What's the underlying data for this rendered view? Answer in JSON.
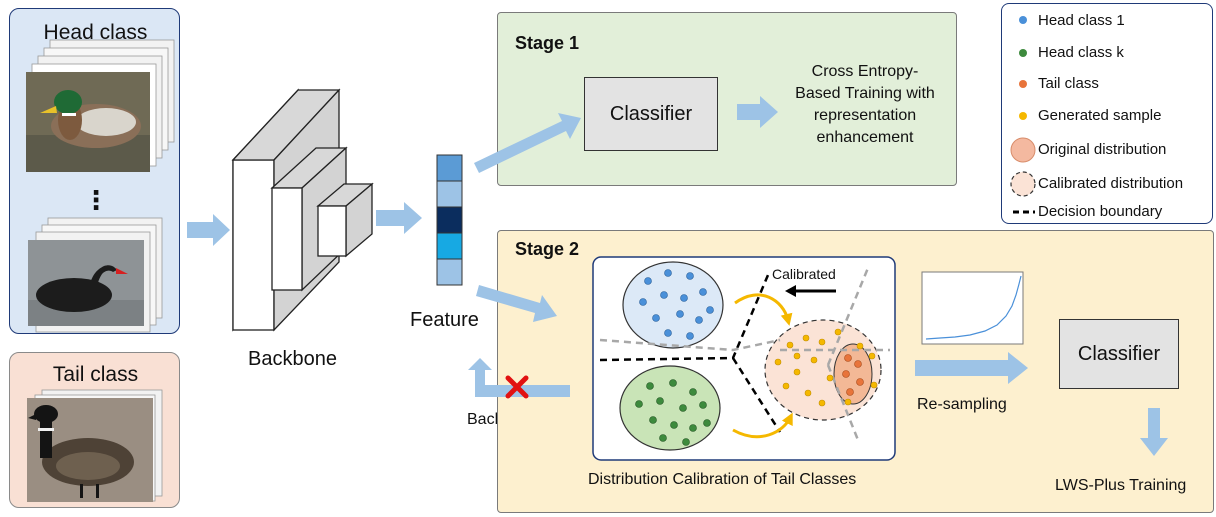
{
  "head_panel": {
    "title": "Head class",
    "ellipsis": "⋮"
  },
  "tail_panel": {
    "title": "Tail class"
  },
  "backbone": {
    "label": "Backbone"
  },
  "feature": {
    "label": "Feature",
    "cell_colors": [
      "#5b9bd5",
      "#9dc3e6",
      "#0b2d5e",
      "#17a9e3",
      "#9dc3e6"
    ]
  },
  "backward": {
    "label": "Backward"
  },
  "stage1": {
    "title": "Stage 1",
    "classifier_label": "Classifier",
    "training_lines": [
      "Cross Entropy-",
      "Based Training with",
      "representation",
      "enhancement"
    ]
  },
  "stage2": {
    "title": "Stage 2",
    "calibrated_label": "Calibrated",
    "calibration_caption": "Distribution Calibration of Tail Classes",
    "resampling_label": "Re-sampling",
    "classifier_label": "Classifier",
    "lws_label": "LWS-Plus Training"
  },
  "legend": {
    "items": [
      {
        "label": "Head class 1",
        "color": "#4a90d9"
      },
      {
        "label": "Head class k",
        "color": "#3d8a3d"
      },
      {
        "label": "Tail class",
        "color": "#e8743b"
      },
      {
        "label": "Generated sample",
        "color": "#f5b800"
      },
      {
        "label": "Original distribution",
        "color": "#f4b9a0"
      },
      {
        "label": "Calibrated distribution",
        "color": "#fbe3d6"
      },
      {
        "label": "Decision boundary",
        "color": "#000000"
      }
    ]
  },
  "colors": {
    "arrow": "#9dc3e6",
    "head_bg": "#dbe7f5",
    "tail_bg": "#f9e0d4",
    "stage1_bg": "#e2efd9",
    "stage2_bg": "#fdf0cf",
    "classifier_bg": "#e3e3e3",
    "blue_dist": "#dce9f7",
    "green_dist": "#c9e4b7",
    "calibrated_dist": "#fbe3d6",
    "original_dist": "#f3b896",
    "blue_point": "#4a90d9",
    "green_point": "#3d8a3d",
    "tail_point": "#e8743b",
    "gen_point": "#f5b800",
    "cross": "#e11111"
  }
}
